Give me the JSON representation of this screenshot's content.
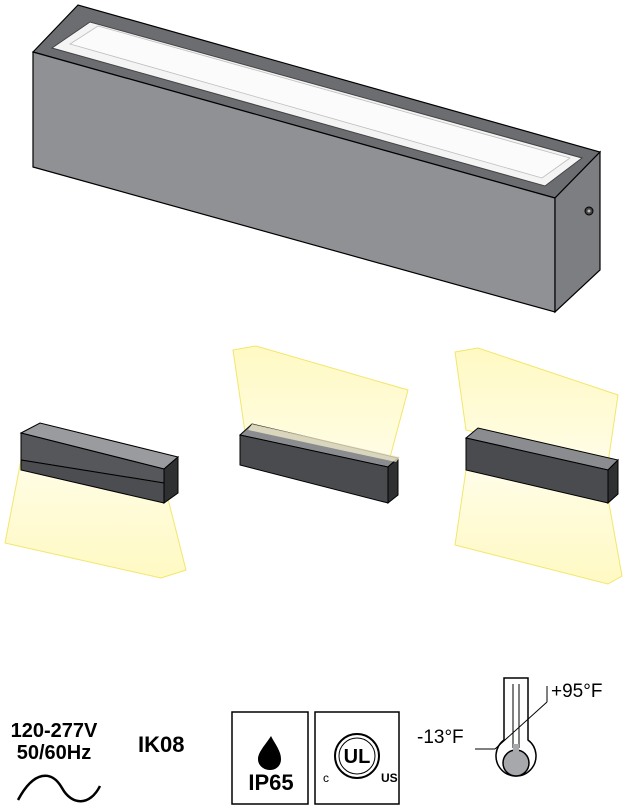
{
  "electrical": {
    "voltage": "120-277V",
    "frequency": "50/60Hz",
    "current_type_icon": "ac-sine-wave-icon"
  },
  "impact_rating": "IK08",
  "ingress": {
    "label": "IP65",
    "icon": "water-drop-icon"
  },
  "certification": {
    "icon": "ul-listed-mark-icon",
    "mark_text": "UL",
    "left_letter": "c",
    "right_letters": "US"
  },
  "temperature_range": {
    "max": "+95°F",
    "min": "-13°F",
    "icon": "thermometer-icon"
  },
  "colors": {
    "housing": "#8f9093",
    "housing_dark": "#545557",
    "light_beam": "#fffbc8",
    "beam_edge": "#f3e66b",
    "outline": "#000000"
  }
}
